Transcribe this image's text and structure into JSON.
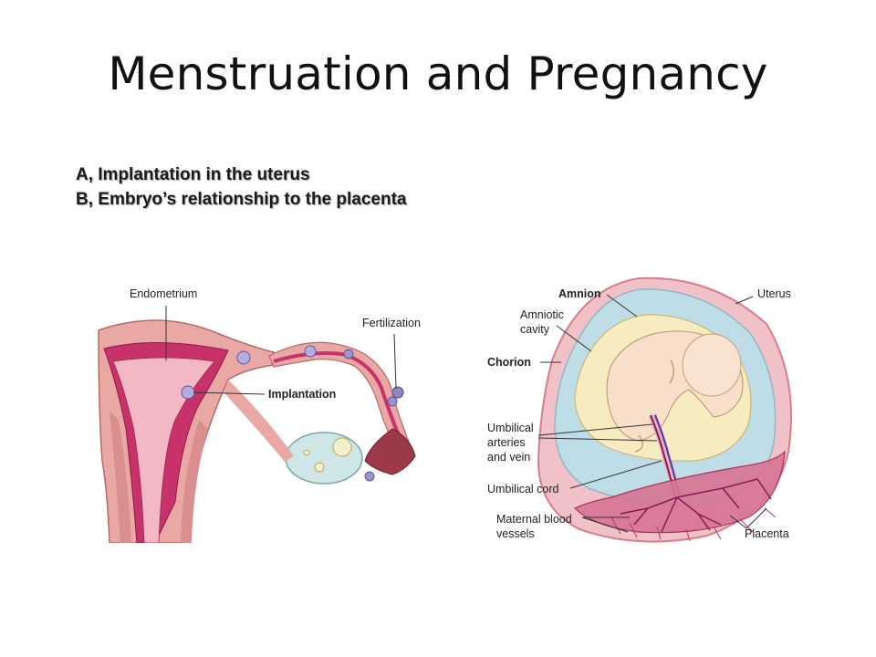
{
  "slide": {
    "title": "Menstruation and Pregnancy",
    "captions": [
      "A, Implantation in the uterus",
      "B, Embryo’s relationship to the placenta"
    ]
  },
  "figure_a": {
    "labels": {
      "endometrium": "Endometrium",
      "fertilization": "Fertilization",
      "implantation": "Implantation"
    }
  },
  "figure_b": {
    "labels": {
      "amnion": "Amnion",
      "uterus": "Uterus",
      "amniotic_cavity_1": "Amniotic",
      "amniotic_cavity_2": "cavity",
      "chorion": "Chorion",
      "umbilical_vessels_1": "Umbilical",
      "umbilical_vessels_2": "arteries",
      "umbilical_vessels_3": "and vein",
      "umbilical_cord": "Umbilical cord",
      "maternal_vessels_1": "Maternal blood",
      "maternal_vessels_2": "vessels",
      "placenta": "Placenta"
    }
  },
  "colors": {
    "uterus_wall": "#e9a8a4",
    "endometrium": "#b8235a",
    "amnion_fluid": "#bfdde6",
    "embryo": "#f7dfc9",
    "vessels": "#8a1a52"
  }
}
